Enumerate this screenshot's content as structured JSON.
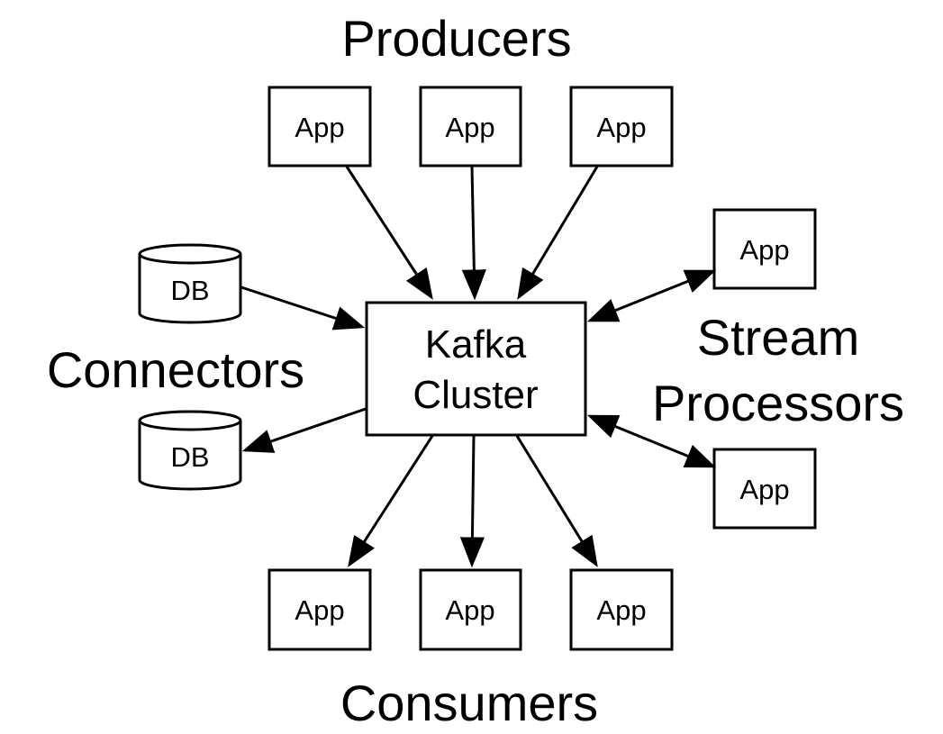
{
  "labels": {
    "producers": "Producers",
    "consumers": "Consumers",
    "connectors": "Connectors",
    "stream_line1": "Stream",
    "stream_line2": "Processors"
  },
  "cluster": {
    "line1": "Kafka",
    "line2": "Cluster"
  },
  "producer_apps": [
    "App",
    "App",
    "App"
  ],
  "consumer_apps": [
    "App",
    "App",
    "App"
  ],
  "stream_apps": [
    "App",
    "App"
  ],
  "databases": [
    "DB",
    "DB"
  ]
}
